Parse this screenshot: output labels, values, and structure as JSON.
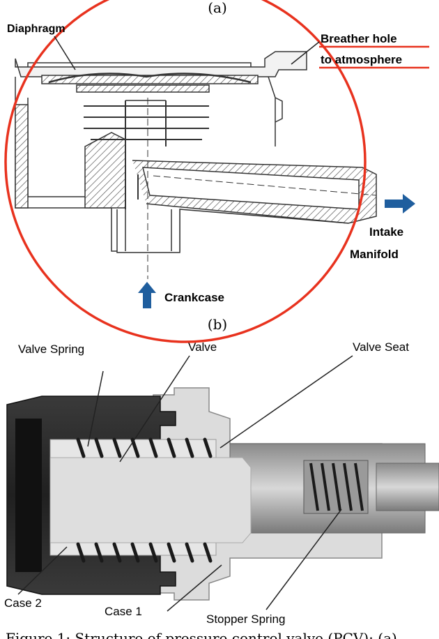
{
  "panel_a": {
    "label": "(a)",
    "diaphragm": "Diaphragm",
    "breather_line1": "Breather hole",
    "breather_line2": "to atmosphere",
    "intake_line1": "Intake",
    "intake_line2": "Manifold",
    "crankcase": "Crankcase"
  },
  "panel_b": {
    "label": "(b)",
    "valve_spring": "Valve Spring",
    "valve": "Valve",
    "valve_seat": "Valve Seat",
    "case_2": "Case 2",
    "case_1": "Case 1",
    "stopper_spring": "Stopper Spring"
  },
  "caption": "Figure 1: Structure of pressure control valve (PCV): (a)",
  "colors": {
    "highlight_red": "#e8321e",
    "arrow_blue": "#1f5e9e",
    "dark_body": "#2a2a2a",
    "light_body": "#dcdcdc"
  }
}
